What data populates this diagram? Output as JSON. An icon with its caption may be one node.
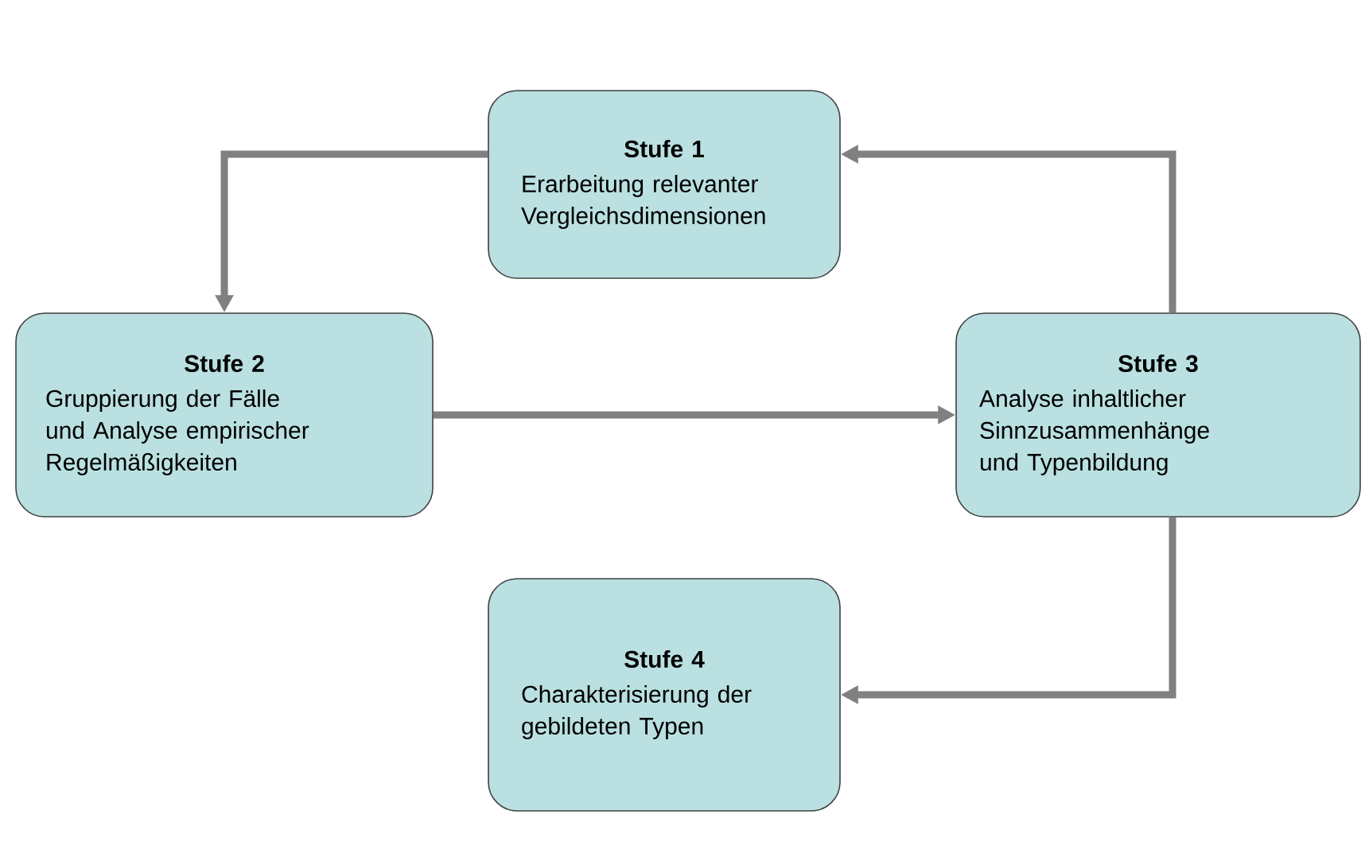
{
  "diagram": {
    "nodes": [
      {
        "text": [
          "Stufe 1",
          "Erarbeitung relevanter Vergleichsdimensionen"
        ]
      },
      {
        "text": [
          "Stufe 2",
          "Gruppierung der Fälle und Analyse empirischer Regelmäßigkeiten"
        ]
      },
      {
        "text": [
          "Stufe 3",
          "Analyse inhaltlicher Sinnzusammenhänge und Typenbildung"
        ]
      },
      {
        "text": [
          "Stufe 4",
          "Charakterisierung der gebildeten Typen"
        ]
      }
    ],
    "edges": [
      {
        "from": 0,
        "to": 1,
        "arrow": "to"
      },
      {
        "from": 1,
        "to": 2,
        "arrow": "to"
      },
      {
        "from": 2,
        "to": 0,
        "arrow": "to"
      },
      {
        "from": 2,
        "to": 3,
        "arrow": "to"
      }
    ]
  }
}
